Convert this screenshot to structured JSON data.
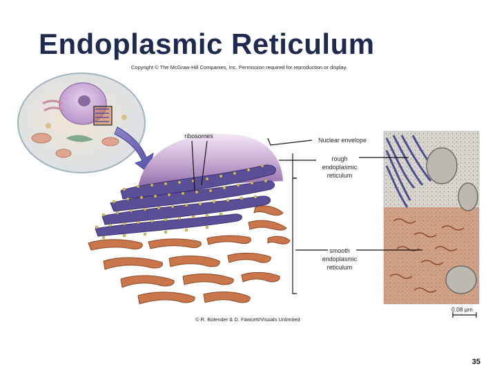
{
  "slide": {
    "title": "Endoplasmic Reticulum",
    "copyright": "Copyright © The McGraw-Hill Companies, Inc. Permission required for reproduction or display.",
    "credit": "© R. Bolender & D. Fawcett/Visuals Unlimited",
    "page_number": "35"
  },
  "labels": {
    "ribosomes": "ribosomes",
    "nuclear_envelope": "Nuclear envelope",
    "rough_er": [
      "rough",
      "endoplasmic",
      "reticulum"
    ],
    "smooth_er": [
      "smooth",
      "endoplasmic",
      "reticulum"
    ],
    "scale_bar": "0.08 µm"
  },
  "colors": {
    "title": "#1f2a4f",
    "rough_er": "#5a4e96",
    "smooth_er": "#c8764a",
    "nucleus": "#a987c0",
    "ribosome": "#d8c25a"
  }
}
